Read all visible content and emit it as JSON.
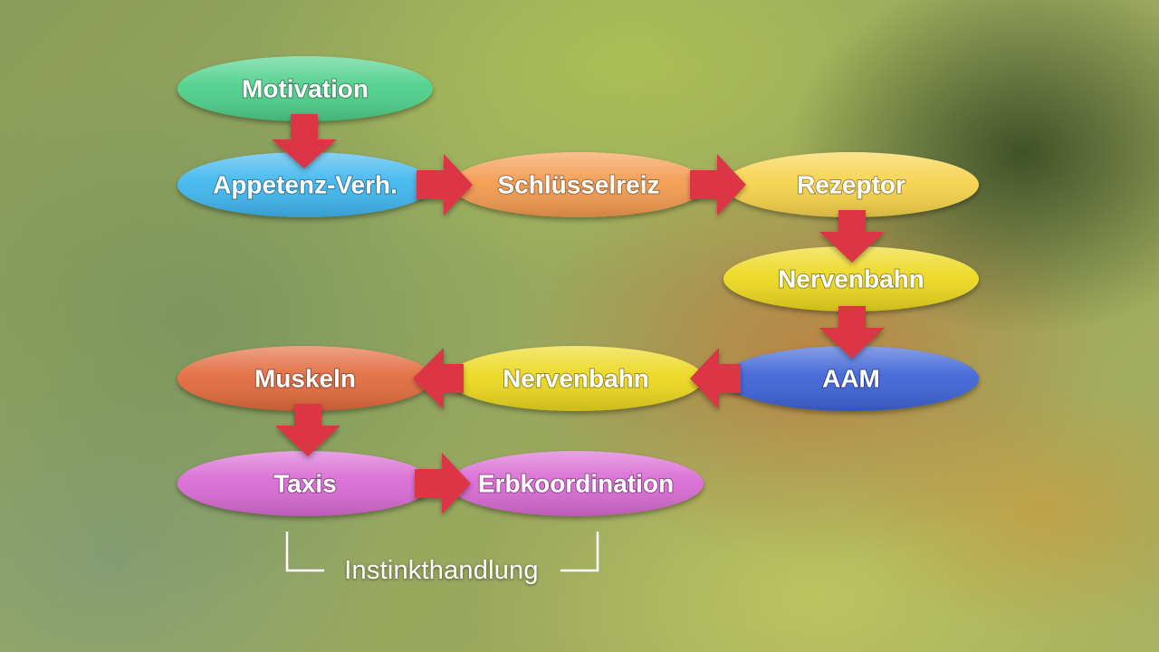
{
  "nodes": {
    "motivation": {
      "label": "Motivation",
      "color": "#4dd08a"
    },
    "appetenz": {
      "label": "Appetenz-Verh.",
      "color": "#3fb6ef"
    },
    "schluesselreiz": {
      "label": "Schlüsselreiz",
      "color": "#f39a4e"
    },
    "rezeptor": {
      "label": "Rezeptor",
      "color": "#f6d24a"
    },
    "nervenbahn_1": {
      "label": "Nervenbahn",
      "color": "#ecd81e"
    },
    "aam": {
      "label": "AAM",
      "color": "#3d63d6"
    },
    "nervenbahn_2": {
      "label": "Nervenbahn",
      "color": "#ecd81e"
    },
    "muskeln": {
      "label": "Muskeln",
      "color": "#e26a3c"
    },
    "taxis": {
      "label": "Taxis",
      "color": "#d96ad4"
    },
    "erbkoordination": {
      "label": "Erbkoordination",
      "color": "#d96ad4"
    }
  },
  "arrow_color": "#dc3545",
  "group_label": "Instinkthandlung"
}
